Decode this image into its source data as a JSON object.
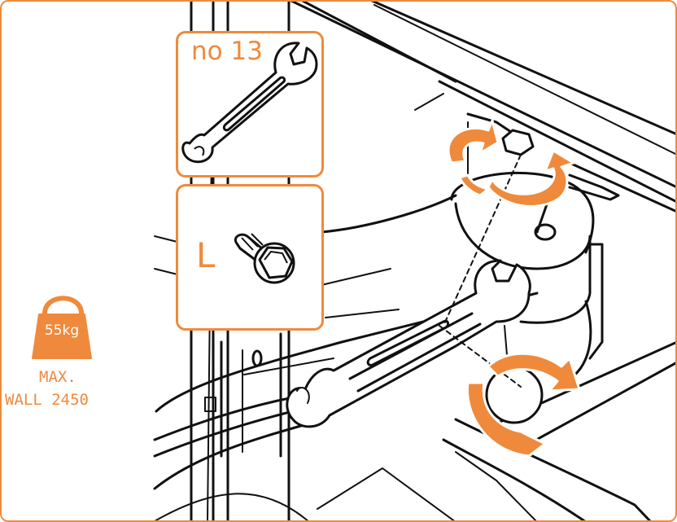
{
  "colors": {
    "accent": "#ef8a3c",
    "line": "#111111",
    "background": "#ffffff",
    "shadow": "#f2f2f2"
  },
  "tool_callout": {
    "icon": "open-end-wrench-icon",
    "size_label": "no 13"
  },
  "bolt_callout": {
    "icon": "flange-bolt-icon",
    "code_label": "L"
  },
  "weight": {
    "icon": "kettlebell-weight-icon",
    "value": "55kg",
    "max_label": "MAX.",
    "wall_label": "WALL 2450"
  },
  "rotation_icons": [
    "tighten-arrow-icon",
    "tighten-arrow-icon"
  ]
}
